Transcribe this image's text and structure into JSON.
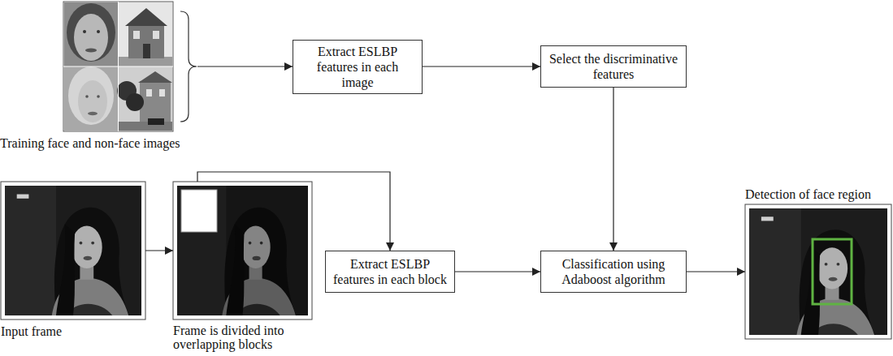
{
  "diagram": {
    "nodes": [
      {
        "text": [
          "Training face and non-face images"
        ]
      },
      {
        "text": [
          "Extract ESLBP features in each image"
        ]
      },
      {
        "text": [
          "Select the discriminative features"
        ]
      },
      {
        "text": [
          "Input frame"
        ]
      },
      {
        "text": [
          "Frame is divided into overlapping blocks"
        ]
      },
      {
        "text": [
          "Extract ESLBP features in each block"
        ]
      },
      {
        "text": [
          "Classification using Adaboost algorithm"
        ]
      },
      {
        "text": [
          "Detection of face region"
        ]
      }
    ],
    "edges": [
      {
        "from": 0,
        "to": 1,
        "arrow": "to"
      },
      {
        "from": 1,
        "to": 2,
        "arrow": "to"
      },
      {
        "from": 2,
        "to": 6,
        "arrow": "to"
      },
      {
        "from": 3,
        "to": 4,
        "arrow": "to"
      },
      {
        "from": 4,
        "to": 5,
        "arrow": "to"
      },
      {
        "from": 5,
        "to": 6,
        "arrow": "to"
      },
      {
        "from": 6,
        "to": 7,
        "arrow": "to"
      }
    ]
  }
}
